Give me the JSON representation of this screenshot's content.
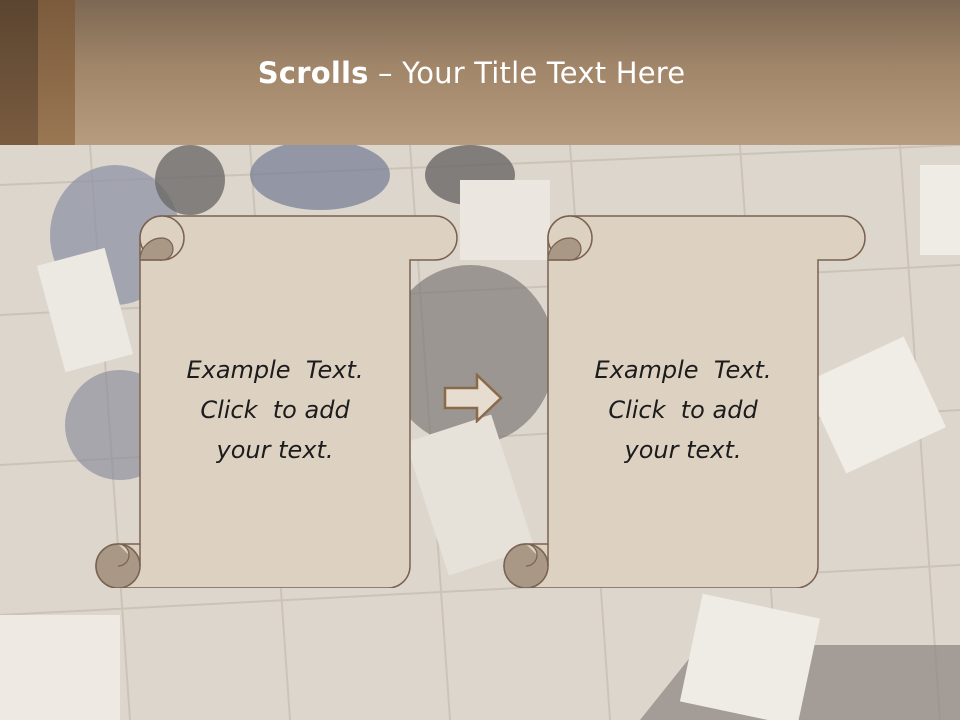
{
  "slide": {
    "title_bold": "Scrolls",
    "title_dash": " – ",
    "title_rest": "Your Title Text Here"
  },
  "scrolls": [
    {
      "lines": [
        "Example  Text.",
        "Click  to add",
        "your text."
      ]
    },
    {
      "lines": [
        "Example  Text.",
        "Click  to add",
        "your text."
      ]
    }
  ],
  "colors": {
    "header_top": "#7c6853",
    "header_bottom": "#b89c7f",
    "scroll_fill": "#ddd1c2",
    "scroll_curl": "#a99886",
    "scroll_outline": "#7a6250",
    "arrow_outline": "#8a6a4a"
  },
  "icons": {
    "connector": "right-arrow-icon"
  }
}
